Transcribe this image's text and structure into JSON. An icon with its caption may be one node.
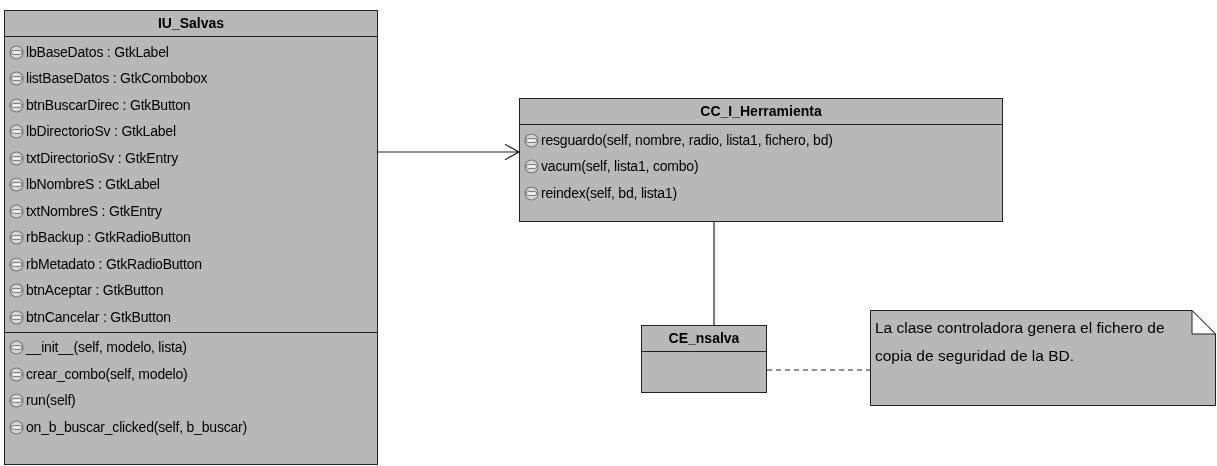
{
  "diagram": {
    "nodes": [
      {
        "text": [
          "IU_Salvas",
          "lbBaseDatos : GtkLabel",
          "listBaseDatos : GtkCombobox",
          "btnBuscarDirec : GtkButton",
          "lbDirectorioSv : GtkLabel",
          "txtDirectorioSv : GtkEntry",
          "lbNombreS : GtkLabel",
          "txtNombreS : GtkEntry",
          "rbBackup : GtkRadioButton",
          "rbMetadato : GtkRadioButton",
          "btnAceptar : GtkButton",
          "btnCancelar : GtkButton",
          "__init__(self, modelo, lista)",
          "crear_combo(self, modelo)",
          "run(self)",
          "on_b_buscar_clicked(self, b_buscar)"
        ]
      },
      {
        "text": [
          "CC_I_Herramienta",
          "resguardo(self, nombre, radio, lista1, fichero, bd)",
          "vacum(self, lista1, combo)",
          "reindex(self, bd, lista1)"
        ]
      },
      {
        "text": [
          "CE_nsalva"
        ]
      },
      {
        "text": [
          "La clase controladora genera el fichero de copia de seguridad de la BD."
        ]
      }
    ],
    "edges": [
      {
        "from": 0,
        "to": 1,
        "arrow": "to"
      },
      {
        "from": 1,
        "to": 2,
        "arrow": "none"
      },
      {
        "from": 2,
        "to": 3,
        "arrow": "none",
        "style": "dashed"
      }
    ]
  }
}
